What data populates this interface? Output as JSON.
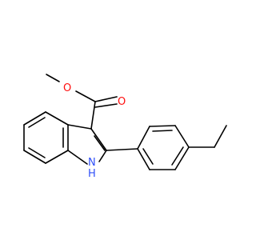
{
  "molecule": {
    "atom_labels": {
      "ether_oxygen": "O",
      "carbonyl_oxygen": "O",
      "nitrogen": "N",
      "nitrogen_hydrogen": "H"
    },
    "colors": {
      "carbon_bond": "#000000",
      "oxygen": "#ff0d0d",
      "nitrogen": "#3050f8",
      "background": "#ffffff"
    }
  }
}
